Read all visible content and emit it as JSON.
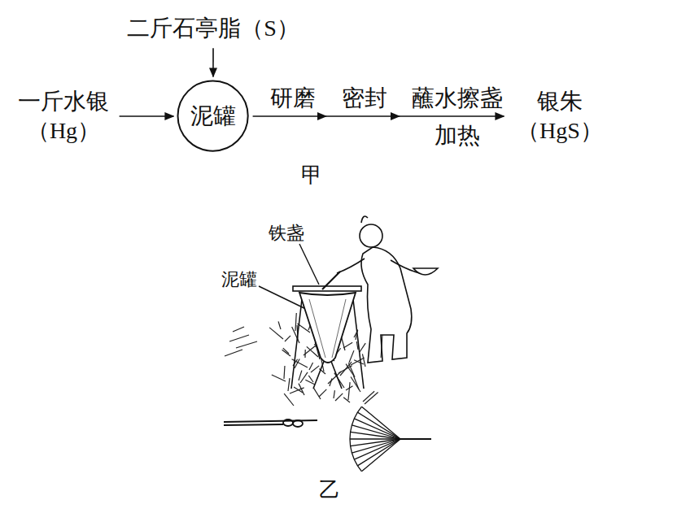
{
  "diagram": {
    "nodes": [
      {
        "text": [
          "二斤石亭脂（S）"
        ]
      },
      {
        "text": [
          "一斤水银 （Hg）"
        ]
      },
      {
        "text": [
          "泥罐"
        ]
      },
      {
        "text": [
          "银朱 （HgS）"
        ]
      }
    ],
    "edges": [
      {
        "from": 0,
        "to": 2,
        "arrow": "to"
      },
      {
        "from": 1,
        "to": 2,
        "arrow": "to"
      },
      {
        "from": 2,
        "to": 3,
        "arrow": "to"
      }
    ],
    "labels": [
      "研磨",
      "密封",
      "蘸水擦盏",
      "加热",
      "甲",
      "铁盏",
      "泥罐",
      "乙"
    ]
  }
}
